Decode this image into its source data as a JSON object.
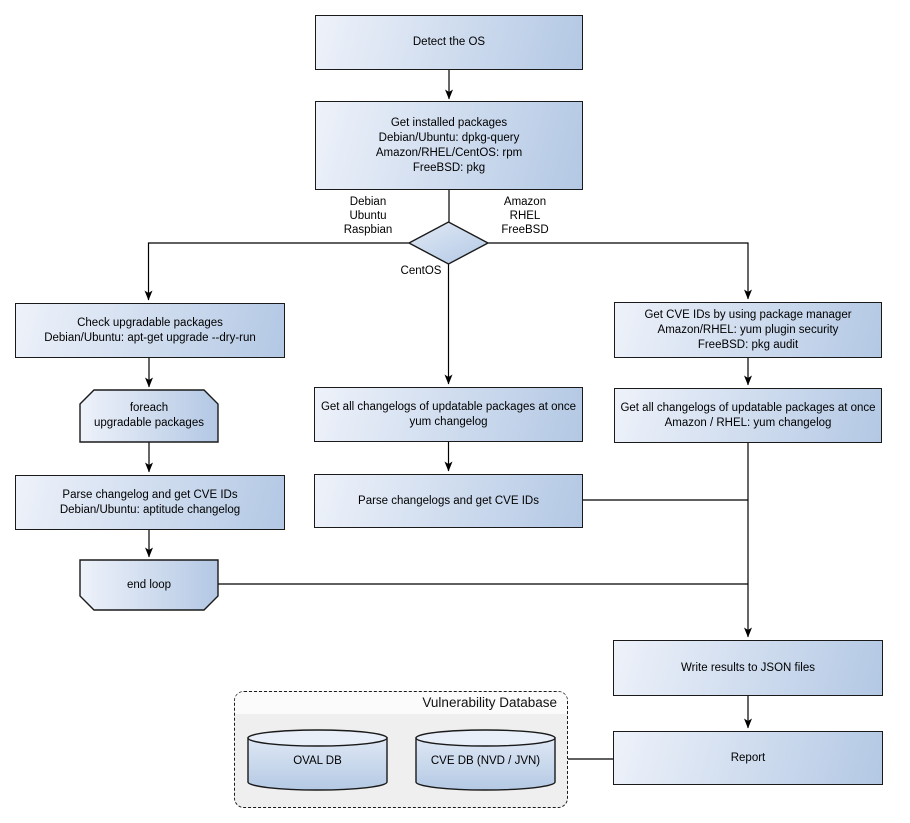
{
  "nodes": {
    "detect_os": {
      "lines": [
        "Detect the OS"
      ]
    },
    "get_installed_packages": {
      "lines": [
        "Get installed packages",
        "Debian/Ubuntu: dpkg-query",
        "Amazon/RHEL/CentOS: rpm",
        "FreeBSD: pkg"
      ]
    },
    "check_upgradable": {
      "lines": [
        "Check upgradable packages",
        "Debian/Ubuntu: apt-get upgrade --dry-run"
      ]
    },
    "foreach_loop": {
      "lines": [
        "foreach",
        "upgradable  packages"
      ]
    },
    "parse_changelog_deb": {
      "lines": [
        "Parse changelog and get  CVE IDs",
        "Debian/Ubuntu: aptitude changelog"
      ]
    },
    "end_loop": {
      "lines": [
        "end loop"
      ]
    },
    "get_changelogs_centos": {
      "lines": [
        "Get all changelogs of updatable packages at once",
        "yum changelog"
      ]
    },
    "parse_changelogs_centos": {
      "lines": [
        "Parse changelogs and get CVE IDs"
      ]
    },
    "get_cve_pkg_manager": {
      "lines": [
        "Get CVE IDs by using package manager",
        "Amazon/RHEL: yum plugin security",
        "FreeBSD: pkg audit"
      ]
    },
    "get_changelogs_amazon": {
      "lines": [
        "Get all changelogs of updatable packages at once",
        "Amazon / RHEL: yum changelog"
      ]
    },
    "write_json": {
      "lines": [
        "Write results to JSON files"
      ]
    },
    "report": {
      "lines": [
        "Report"
      ]
    }
  },
  "branch_labels": {
    "left": {
      "lines": [
        "Debian",
        "Ubuntu",
        "Raspbian"
      ]
    },
    "right": {
      "lines": [
        "Amazon",
        "RHEL",
        "FreeBSD"
      ]
    },
    "bottom": {
      "lines": [
        "CentOS"
      ]
    }
  },
  "database": {
    "title": "Vulnerability Database",
    "cylinders": [
      {
        "label": "OVAL DB"
      },
      {
        "label": "CVE DB (NVD / JVN)"
      }
    ]
  },
  "colors": {
    "node_gradient_start": "#eef2fa",
    "node_gradient_end": "#b3c8e4",
    "node_border": "#1a1a1a",
    "connector": "#000000",
    "db_container_bg": "#efefef",
    "db_header_bg": "#fbfbfb",
    "canvas_bg": "#ffffff"
  }
}
